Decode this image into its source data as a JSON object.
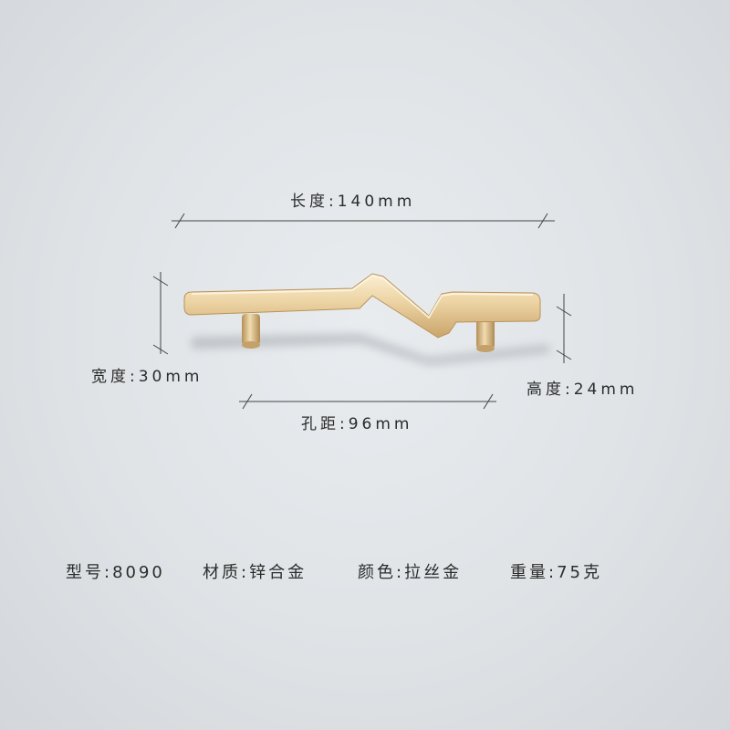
{
  "dimensions": {
    "length": "长度:140mm",
    "width": "宽度:30mm",
    "height": "高度:24mm",
    "hole_distance": "孔距:96mm"
  },
  "specs": {
    "model": "型号:8090",
    "material": "材质:锌合金",
    "color": "颜色:拉丝金",
    "weight": "重量:75克"
  },
  "colors": {
    "background": "#dfe3e6",
    "gold_light": "#f2dfb8",
    "gold_mid": "#d9bb86",
    "gold_dark": "#b8935a",
    "line": "#444444"
  }
}
